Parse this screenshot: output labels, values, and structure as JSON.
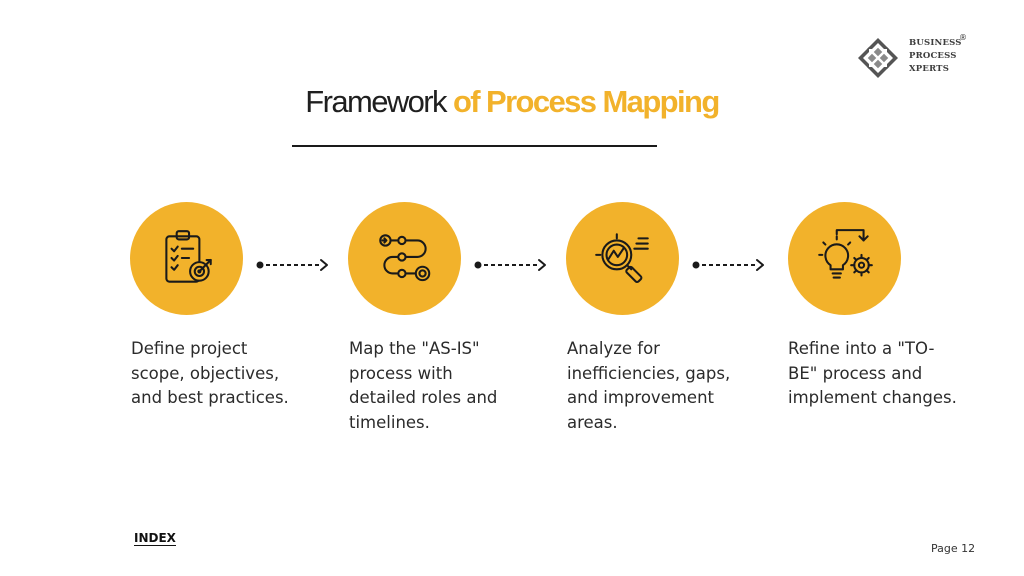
{
  "brand": {
    "lines": [
      "BUSINESS",
      "PROCESS",
      "XPERTS"
    ],
    "registered_mark": "®",
    "logo_icon": "diamond-arrows-logo-icon"
  },
  "title": {
    "part1": "Framework",
    "part2": "of Process Mapping"
  },
  "colors": {
    "accent": "#f2b22b",
    "text": "#2b2b2b",
    "rule": "#1a1a1a"
  },
  "steps": [
    {
      "icon": "clipboard-checklist-target-icon",
      "text": "Define project scope, objectives, and best practices."
    },
    {
      "icon": "process-path-flow-icon",
      "text": "Map the \"AS-IS\" process with detailed roles and timelines."
    },
    {
      "icon": "magnifier-analysis-icon",
      "text": "Analyze for inefficiencies, gaps, and improvement areas."
    },
    {
      "icon": "lightbulb-gear-icon",
      "text": "Refine into a \"TO-BE\" process and implement changes."
    }
  ],
  "footer": {
    "index_link": "INDEX",
    "page_label": "Page 12"
  }
}
